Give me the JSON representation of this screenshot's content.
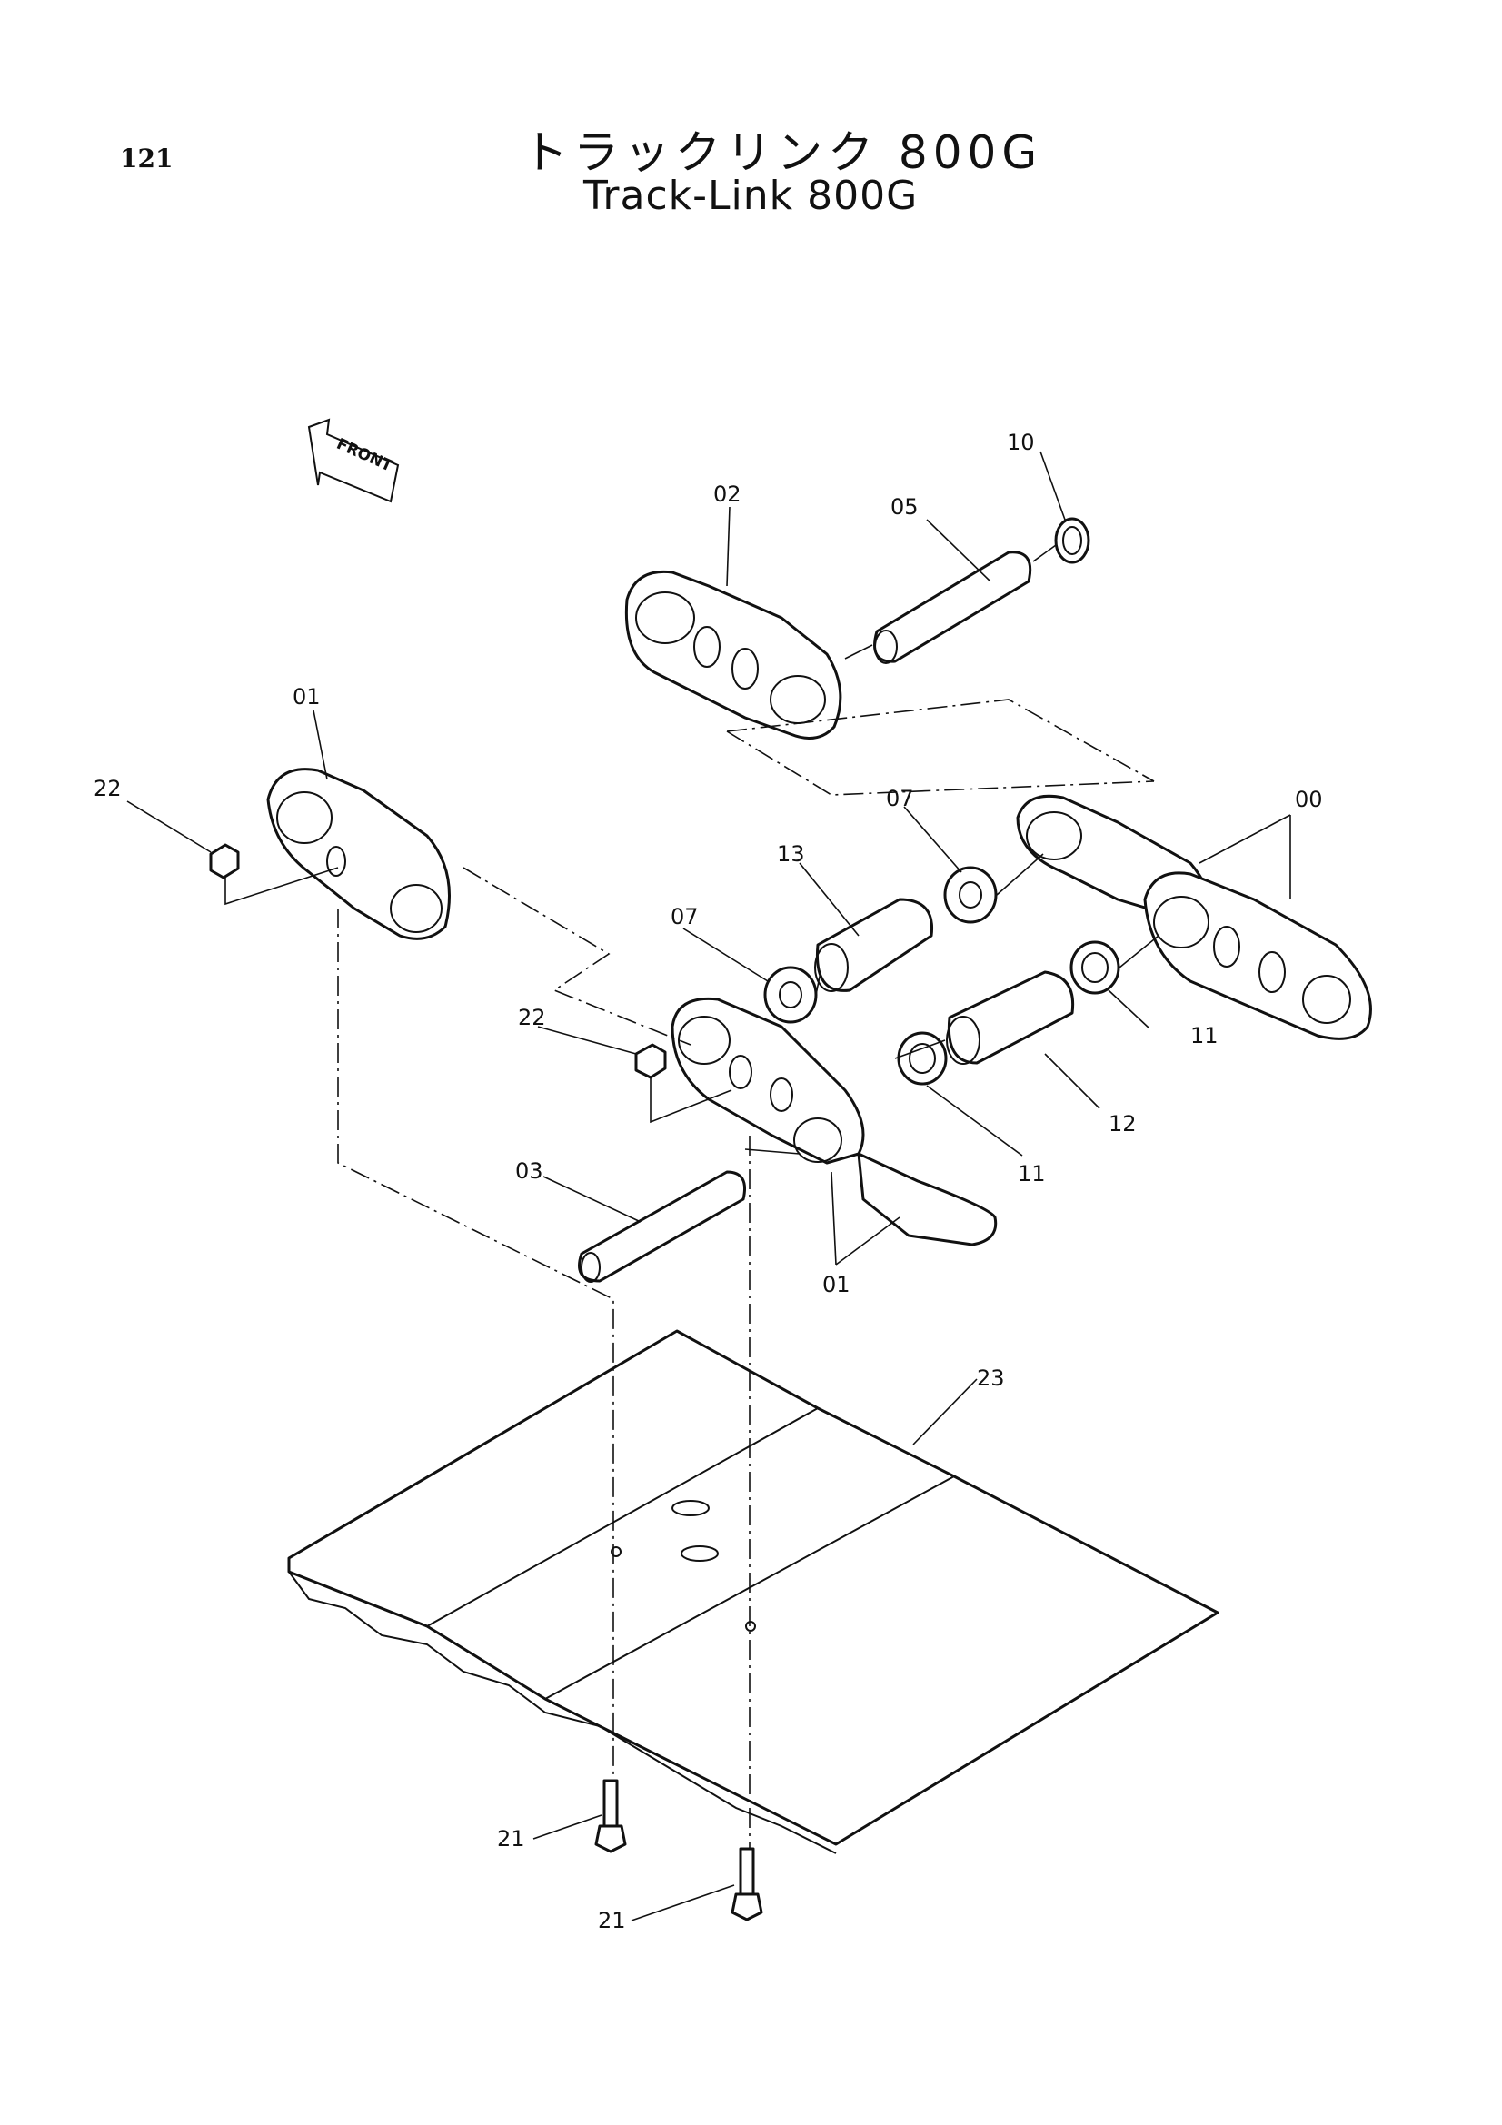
{
  "page_number": "121",
  "title_jp": "トラックリンク 800G",
  "title_en": "Track-Link 800G",
  "direction_label": "FRONT",
  "callouts": {
    "c00": "00",
    "c01a": "01",
    "c01b": "01",
    "c02": "02",
    "c03": "03",
    "c05": "05",
    "c07a": "07",
    "c07b": "07",
    "c10": "10",
    "c11a": "11",
    "c11b": "11",
    "c12": "12",
    "c13": "13",
    "c21a": "21",
    "c21b": "21",
    "c22a": "22",
    "c22b": "22",
    "c23": "23"
  }
}
